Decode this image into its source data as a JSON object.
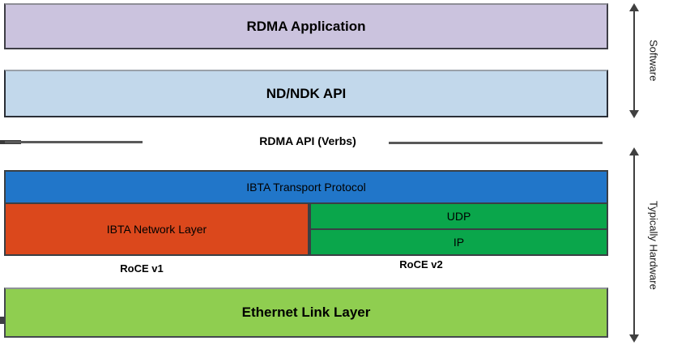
{
  "diagram": {
    "software_stack": {
      "rdma_application": "RDMA Application",
      "nd_ndk_api": "ND/NDK API"
    },
    "divider": {
      "label": "RDMA API (Verbs)"
    },
    "hardware_stack": {
      "ibta_transport": "IBTA Transport Protocol",
      "ibta_network": "IBTA Network Layer",
      "udp": "UDP",
      "ip": "IP",
      "roce_v1": "RoCE v1",
      "roce_v2": "RoCE v2",
      "ethernet": "Ethernet Link Layer"
    },
    "side_labels": {
      "software": "Software",
      "typically_hardware": "Typically Hardware"
    },
    "colors": {
      "rdma_application_fill": "#CBC3DE",
      "nd_ndk_api_fill": "#C2D8EB",
      "ibta_transport_fill": "#2176C9",
      "ibta_network_fill": "#DB481C",
      "udp_fill": "#0AA64B",
      "ip_fill": "#0AA64B",
      "ethernet_fill": "#8FCE50",
      "arrow_color": "#404040"
    }
  }
}
